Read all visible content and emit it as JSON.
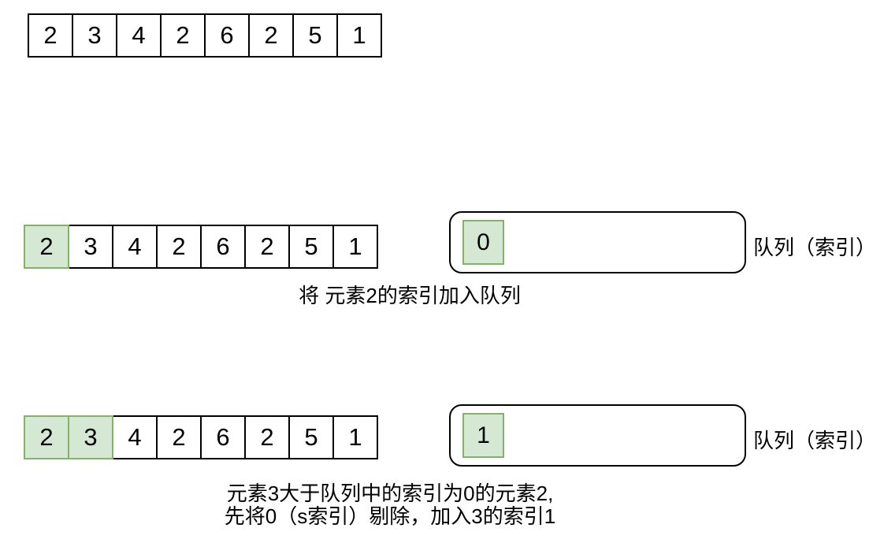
{
  "colors": {
    "highlight-fill": "#d5e8d4",
    "highlight-stroke": "#82b366",
    "line": "#000000"
  },
  "array_values": [
    "2",
    "3",
    "4",
    "2",
    "6",
    "2",
    "5",
    "1"
  ],
  "step1": {
    "highlighted_indices": [
      0
    ],
    "queue_items": [
      "0"
    ],
    "queue_label": "队列（索引）",
    "caption_lines": [
      "将 元素2的索引加入队列"
    ]
  },
  "step2": {
    "highlighted_indices": [
      0,
      1
    ],
    "queue_items": [
      "1"
    ],
    "queue_label": "队列（索引）",
    "caption_lines": [
      "元素3大于队列中的索引为0的元素2,",
      "先将0（s索引）剔除，加入3的索引1"
    ]
  }
}
